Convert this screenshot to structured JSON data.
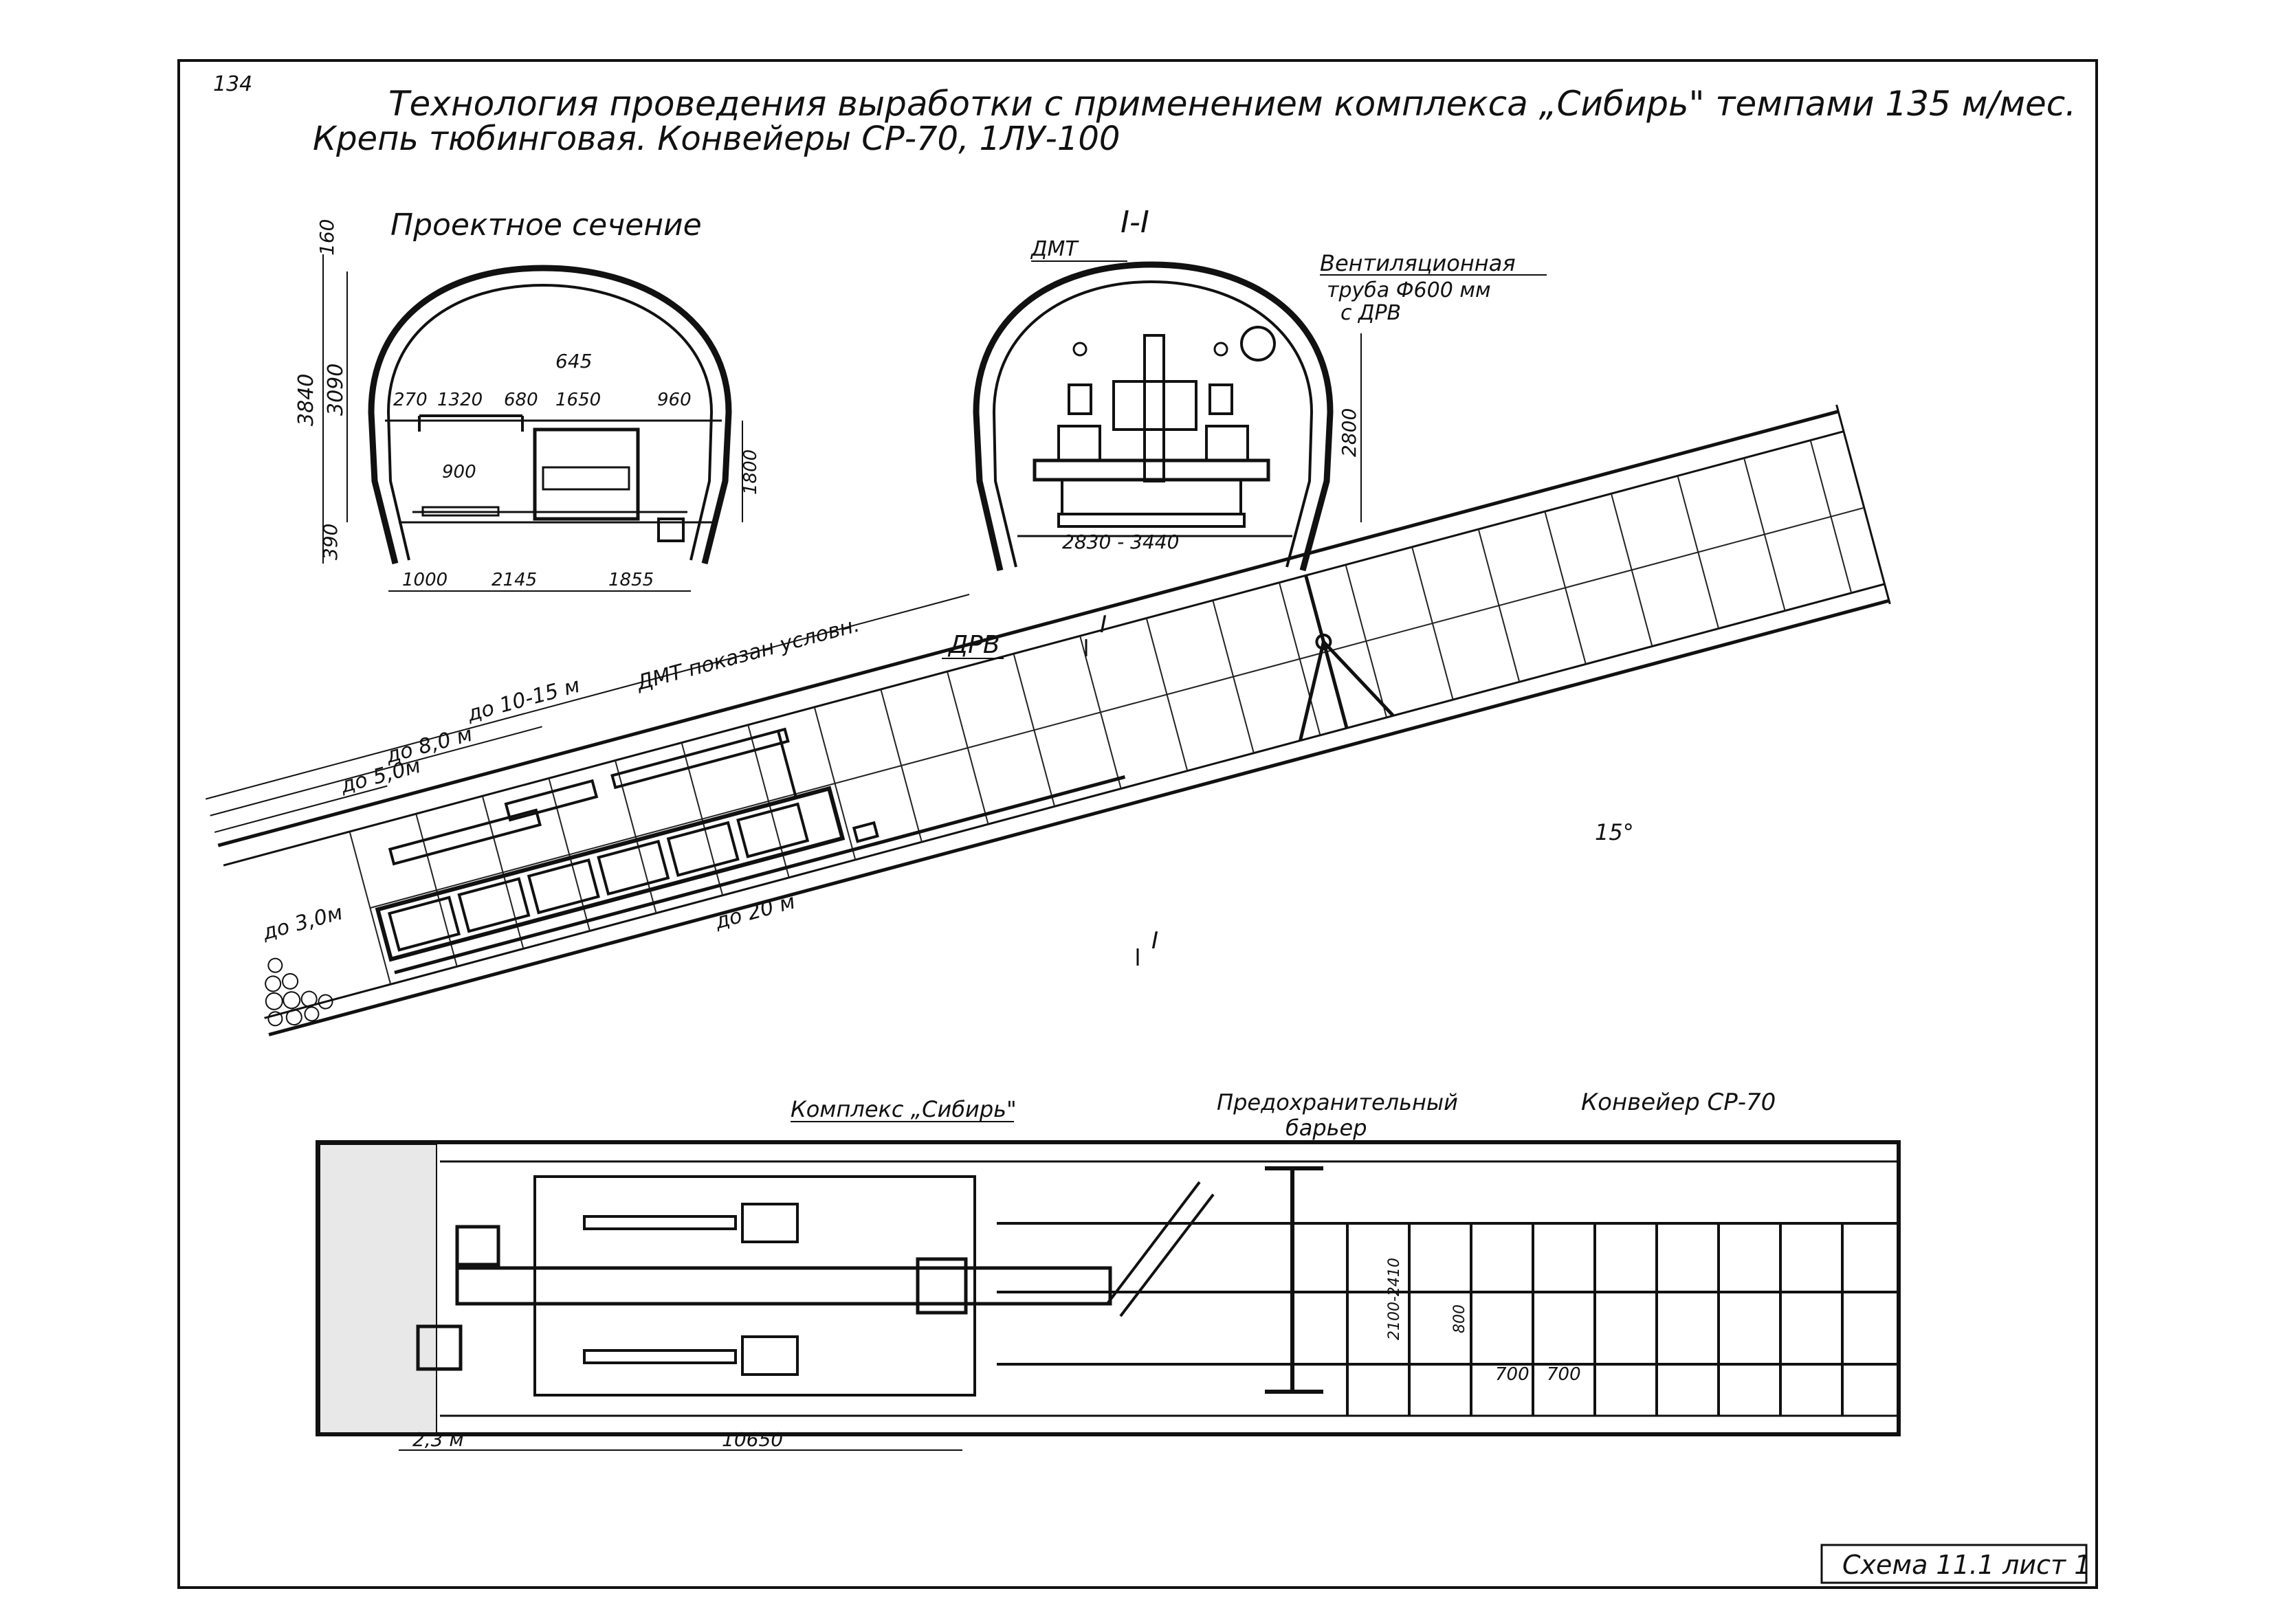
{
  "page": {
    "number": "134",
    "title_line1": "Технология проведения выработки с применением комплекса „Сибирь\" темпами 135 м/мес.",
    "title_line2": "Крепь тюбинговая. Конвейеры СР-70, 1ЛУ-100",
    "scheme_label": "Схема 11.1 лист 1"
  },
  "project_section": {
    "title": "Проектное сечение",
    "dims": {
      "top": "160",
      "height_outer": "3840",
      "height_inner": "3090",
      "bottom": "390",
      "span_645": "645",
      "d270": "270",
      "d1320": "1320",
      "d680": "680",
      "d1650": "1650",
      "d960": "960",
      "d900": "900",
      "d1800": "1800",
      "b1000": "1000",
      "b2145": "2145",
      "b1855": "1855"
    }
  },
  "section_1_1": {
    "title": "I-I",
    "label_dmt": "ДМТ",
    "vent_line1": "Вентиляционная",
    "vent_line2": "труба Ф600 мм",
    "vent_line3": "с ДРВ",
    "d2800": "2800",
    "d_span": "2830 - 3440"
  },
  "profile": {
    "label_drv": "ДРВ",
    "section_mark": "I",
    "dmt_note": "ДМТ показан условн.",
    "l_10_15": "до 10-15 м",
    "l_8": "до 8,0 м",
    "l_50": "до 5,0м",
    "l_30": "до 3,0м",
    "l_20": "до 20 м",
    "angle": "15°"
  },
  "plan": {
    "label_complex": "Комплекс „Сибирь\"",
    "label_barrier_1": "Предохранительный",
    "label_barrier_2": "барьер",
    "label_conveyor": "Конвейер СР-70",
    "d_23": "2,3 м",
    "d_10650": "10650",
    "d_2100": "2100-2410",
    "d_700a": "700",
    "d_700b": "700",
    "d_800": "800"
  }
}
